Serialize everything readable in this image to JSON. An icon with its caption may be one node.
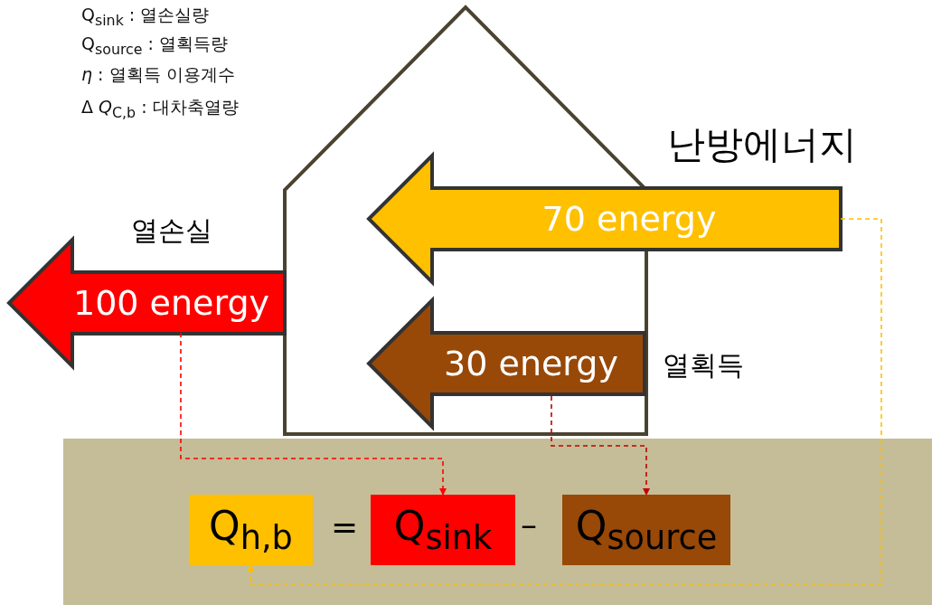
{
  "diagram": {
    "nodes": [
      {
        "text": [
          "100 energy"
        ],
        "beside": [
          "열손실"
        ]
      },
      {
        "text": [
          "70 energy"
        ],
        "beside": [
          "난방에너지"
        ]
      },
      {
        "text": [
          "30 energy"
        ],
        "beside": [
          "열획득"
        ]
      },
      {
        "text": [
          "Q$_{h,b}$"
        ]
      },
      {
        "text": [
          "Q$_{sink}$"
        ]
      },
      {
        "text": [
          "Q$_{source}$"
        ]
      }
    ],
    "edges": [
      {
        "from": 0,
        "to": 4,
        "arrow": "to",
        "style": "dashed",
        "color": "#ff0000"
      },
      {
        "from": 2,
        "to": 5,
        "arrow": "to",
        "style": "dashed",
        "color": "#c00000"
      },
      {
        "from": 1,
        "to": 3,
        "arrow": "to",
        "style": "dashed",
        "color": "#ffc000"
      }
    ],
    "labels": [
      "Q$_{sink}$ : 열손실량",
      "Q$_{source}$ : 열획득량",
      "*η* : 열획득 이용계수",
      "Δ *Q*$_{C,b}$ : 대차축열량",
      "=",
      "–"
    ]
  }
}
